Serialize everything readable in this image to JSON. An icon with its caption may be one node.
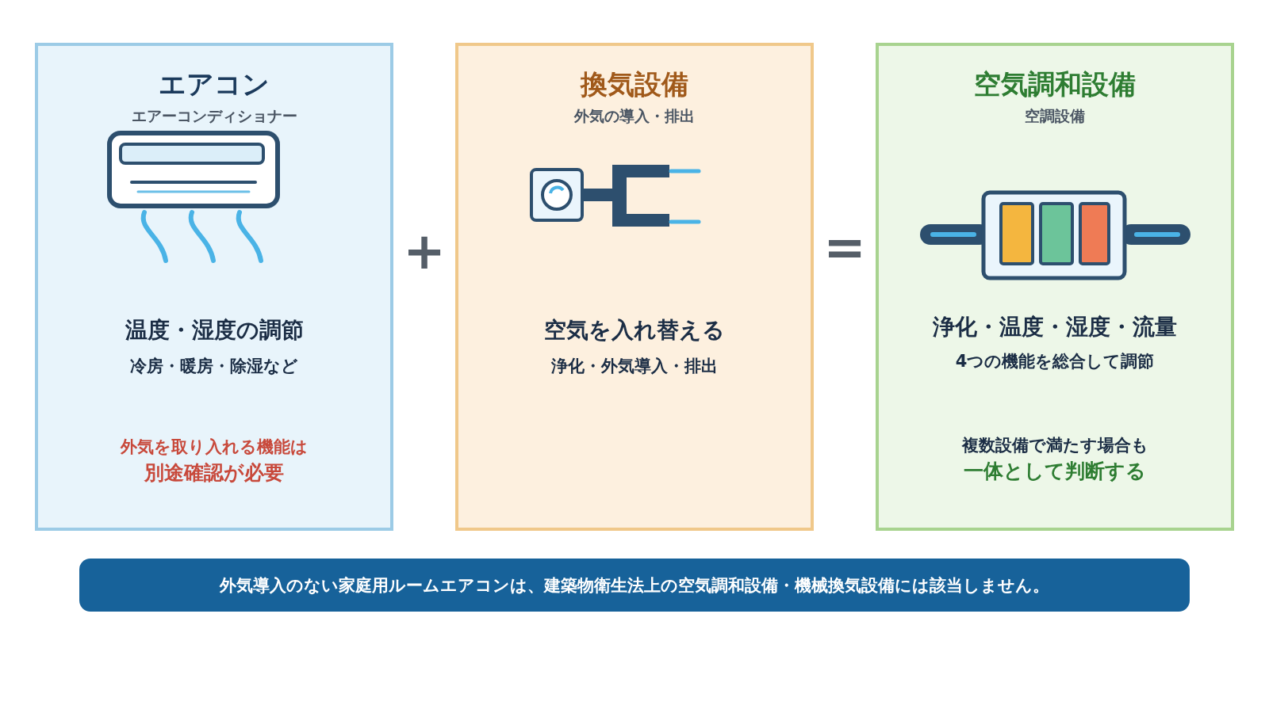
{
  "diagram": {
    "nodes": [
      {
        "text": [
          "エアコン",
          "エアーコンディショナー",
          "温度・湿度の調節",
          "冷房・暖房・除湿など",
          "外気を取り入れる機能は",
          "別途確認が必要"
        ]
      },
      {
        "text": [
          "換気設備",
          "外気の導入・排出",
          "空気を入れ替える",
          "浄化・外気導入・排出"
        ]
      },
      {
        "text": [
          "空気調和設備",
          "空調設備",
          "浄化・温度・湿度・流量",
          "4つの機能を総合して調節",
          "複数設備で満たす場合も",
          "一体として判断する"
        ]
      },
      {
        "text": [
          "外気導入のない家庭用ルームエアコンは、建築物衛生法上の空気調和設備・機械換気設備には該当しません。"
        ]
      }
    ],
    "labels": [
      "+",
      "="
    ]
  }
}
